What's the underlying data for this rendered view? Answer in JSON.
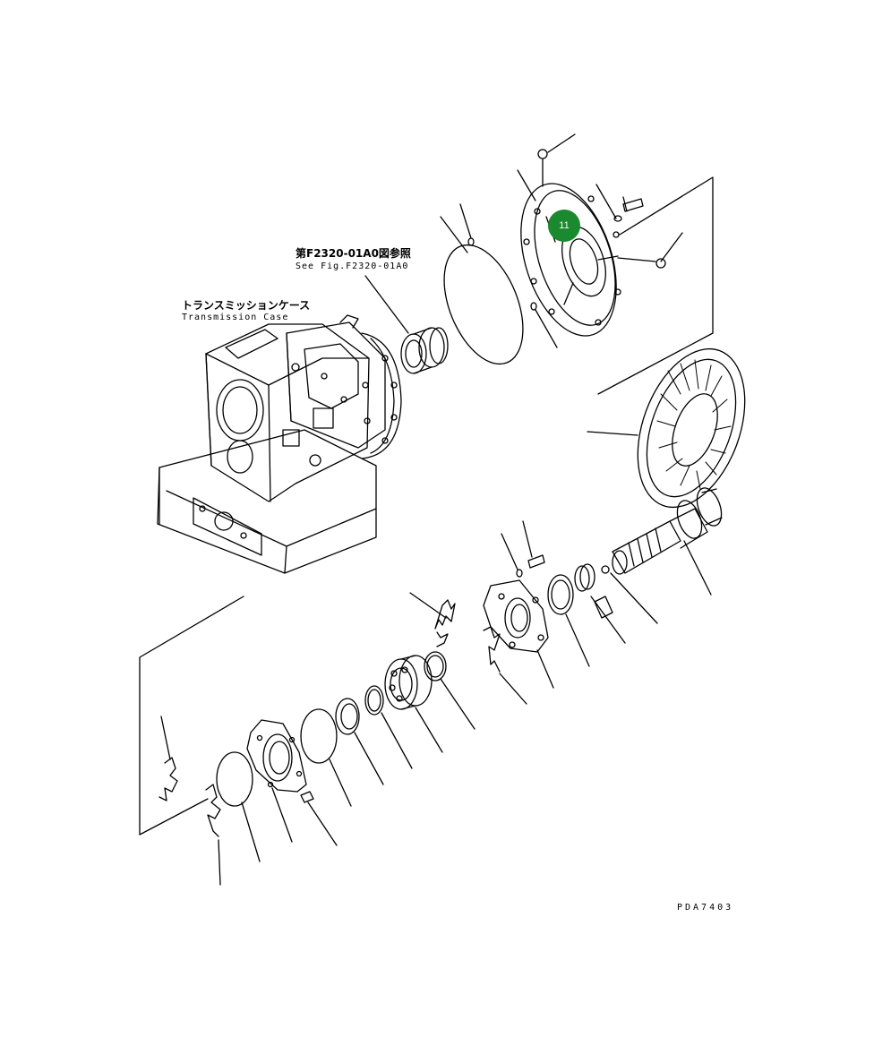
{
  "labels": {
    "ref_jp": "第F2320-01A0図参照",
    "ref_en": "See Fig.F2320-01A0",
    "case_jp": "トランスミッションケース",
    "case_en": "Transmission Case",
    "drawing_code": "PDA7403"
  },
  "callout": {
    "number": "11",
    "color": "#1b8a2e"
  }
}
